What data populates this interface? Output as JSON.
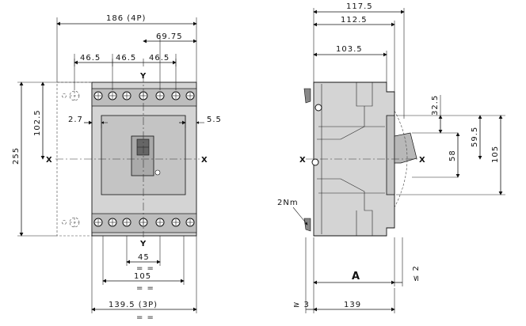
{
  "front_view": {
    "dims": {
      "w_4p": "186 (4P)",
      "w_69_75": "69.75",
      "pitch_1": "46.5",
      "pitch_2": "46.5",
      "pitch_3": "46.5",
      "h_102_5": "102.5",
      "h_total": "255",
      "off_2_7": "2.7",
      "off_5_5": "5.5",
      "w_45": "45",
      "w_105": "105",
      "w_3p": "139.5 (3P)",
      "eq_1": "= =",
      "eq_2": "= =",
      "eq_3": "= ="
    },
    "axes": {
      "x_left": "X",
      "x_right": "X",
      "y_top": "Y",
      "y_bottom": "Y"
    }
  },
  "side_view": {
    "dims": {
      "d_117_5": "117.5",
      "d_112_5": "112.5",
      "d_103_5": "103.5",
      "v_32_5": "32.5",
      "v_59_5": "59.5",
      "v_105": "105",
      "v_58": "58",
      "a": "A",
      "le_2": "≤ 2",
      "ge_3": "≥ 3",
      "w_139": "139"
    },
    "axes": {
      "x_left": "X",
      "x_right": "X"
    },
    "torque": "2Nm"
  }
}
